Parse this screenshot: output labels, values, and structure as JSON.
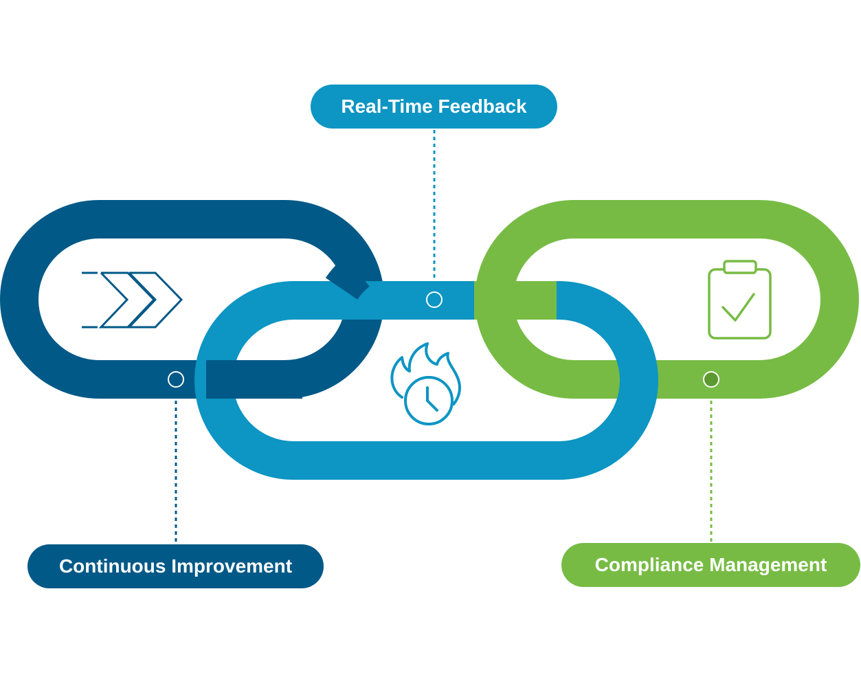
{
  "colors": {
    "dark_blue": "#015987",
    "mid_blue": "#0d95c3",
    "green": "#77bb44",
    "white": "#ffffff"
  },
  "labels": {
    "top": "Real-Time Feedback",
    "left": "Continuous Improvement",
    "right": "Compliance Management"
  },
  "icons": {
    "left_link": "double-chevron-forward-icon",
    "center_link": "flame-clock-icon",
    "right_link": "clipboard-check-icon"
  }
}
